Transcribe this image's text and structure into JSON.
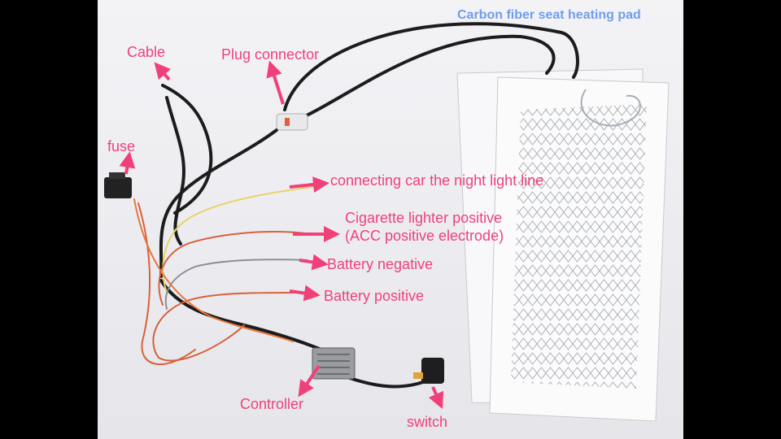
{
  "banner": "Carbon fiber seat heating pad",
  "labels": {
    "cable": "Cable",
    "plug_connector": "Plug connector",
    "fuse": "fuse",
    "night_light": "connecting car the night light line",
    "cig_line1": "Cigarette lighter positive",
    "cig_line2": "(ACC positive electrode)",
    "battery_negative": "Battery negative",
    "battery_positive": "Battery positive",
    "controller": "Controller",
    "switch": "switch"
  },
  "colors": {
    "label_pink": "#f0407a",
    "wire_black": "#1c1c1e",
    "wire_red": "#d9603a",
    "wire_yellow": "#e8d36a",
    "wire_grey": "#8a8f96",
    "pad_pattern": "#9aa0a8"
  }
}
